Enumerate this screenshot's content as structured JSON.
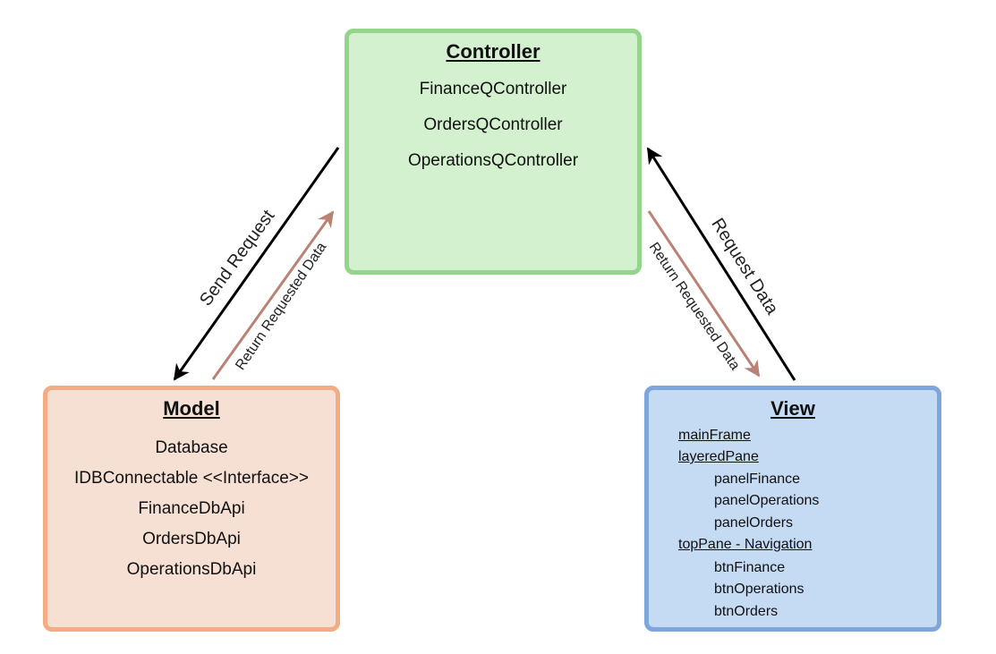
{
  "controller": {
    "title": "Controller",
    "items": [
      "FinanceQController",
      "OrdersQController",
      "OperationsQController"
    ]
  },
  "model": {
    "title": "Model",
    "items": [
      "Database",
      "IDBConnectable <<Interface>>",
      "FinanceDbApi",
      "OrdersDbApi",
      "OperationsDbApi"
    ]
  },
  "view": {
    "title": "View",
    "items": [
      {
        "text": "mainFrame",
        "level": 0
      },
      {
        "text": "layeredPane",
        "level": 0
      },
      {
        "text": "panelFinance",
        "level": 1
      },
      {
        "text": "panelOperations",
        "level": 1
      },
      {
        "text": "panelOrders",
        "level": 1
      },
      {
        "text": "topPane - Navigation",
        "level": 0
      },
      {
        "text": "btnFinance",
        "level": 1
      },
      {
        "text": "btnOperations",
        "level": 1
      },
      {
        "text": "btnOrders",
        "level": 1
      }
    ]
  },
  "arrows": {
    "send_request": "Send Request",
    "return_requested_data_left": "Return Requested Data",
    "request_data": "Request Data",
    "return_requested_data_right": "Return Requested Data"
  },
  "colors": {
    "controller_fill": "#d4f1cf",
    "controller_border": "#93d58a",
    "model_fill": "#f6e0d4",
    "model_border": "#f2ad85",
    "view_fill": "#c5daf3",
    "view_border": "#7ea6db",
    "request_arrow": "#000000",
    "return_arrow": "#b98275"
  }
}
